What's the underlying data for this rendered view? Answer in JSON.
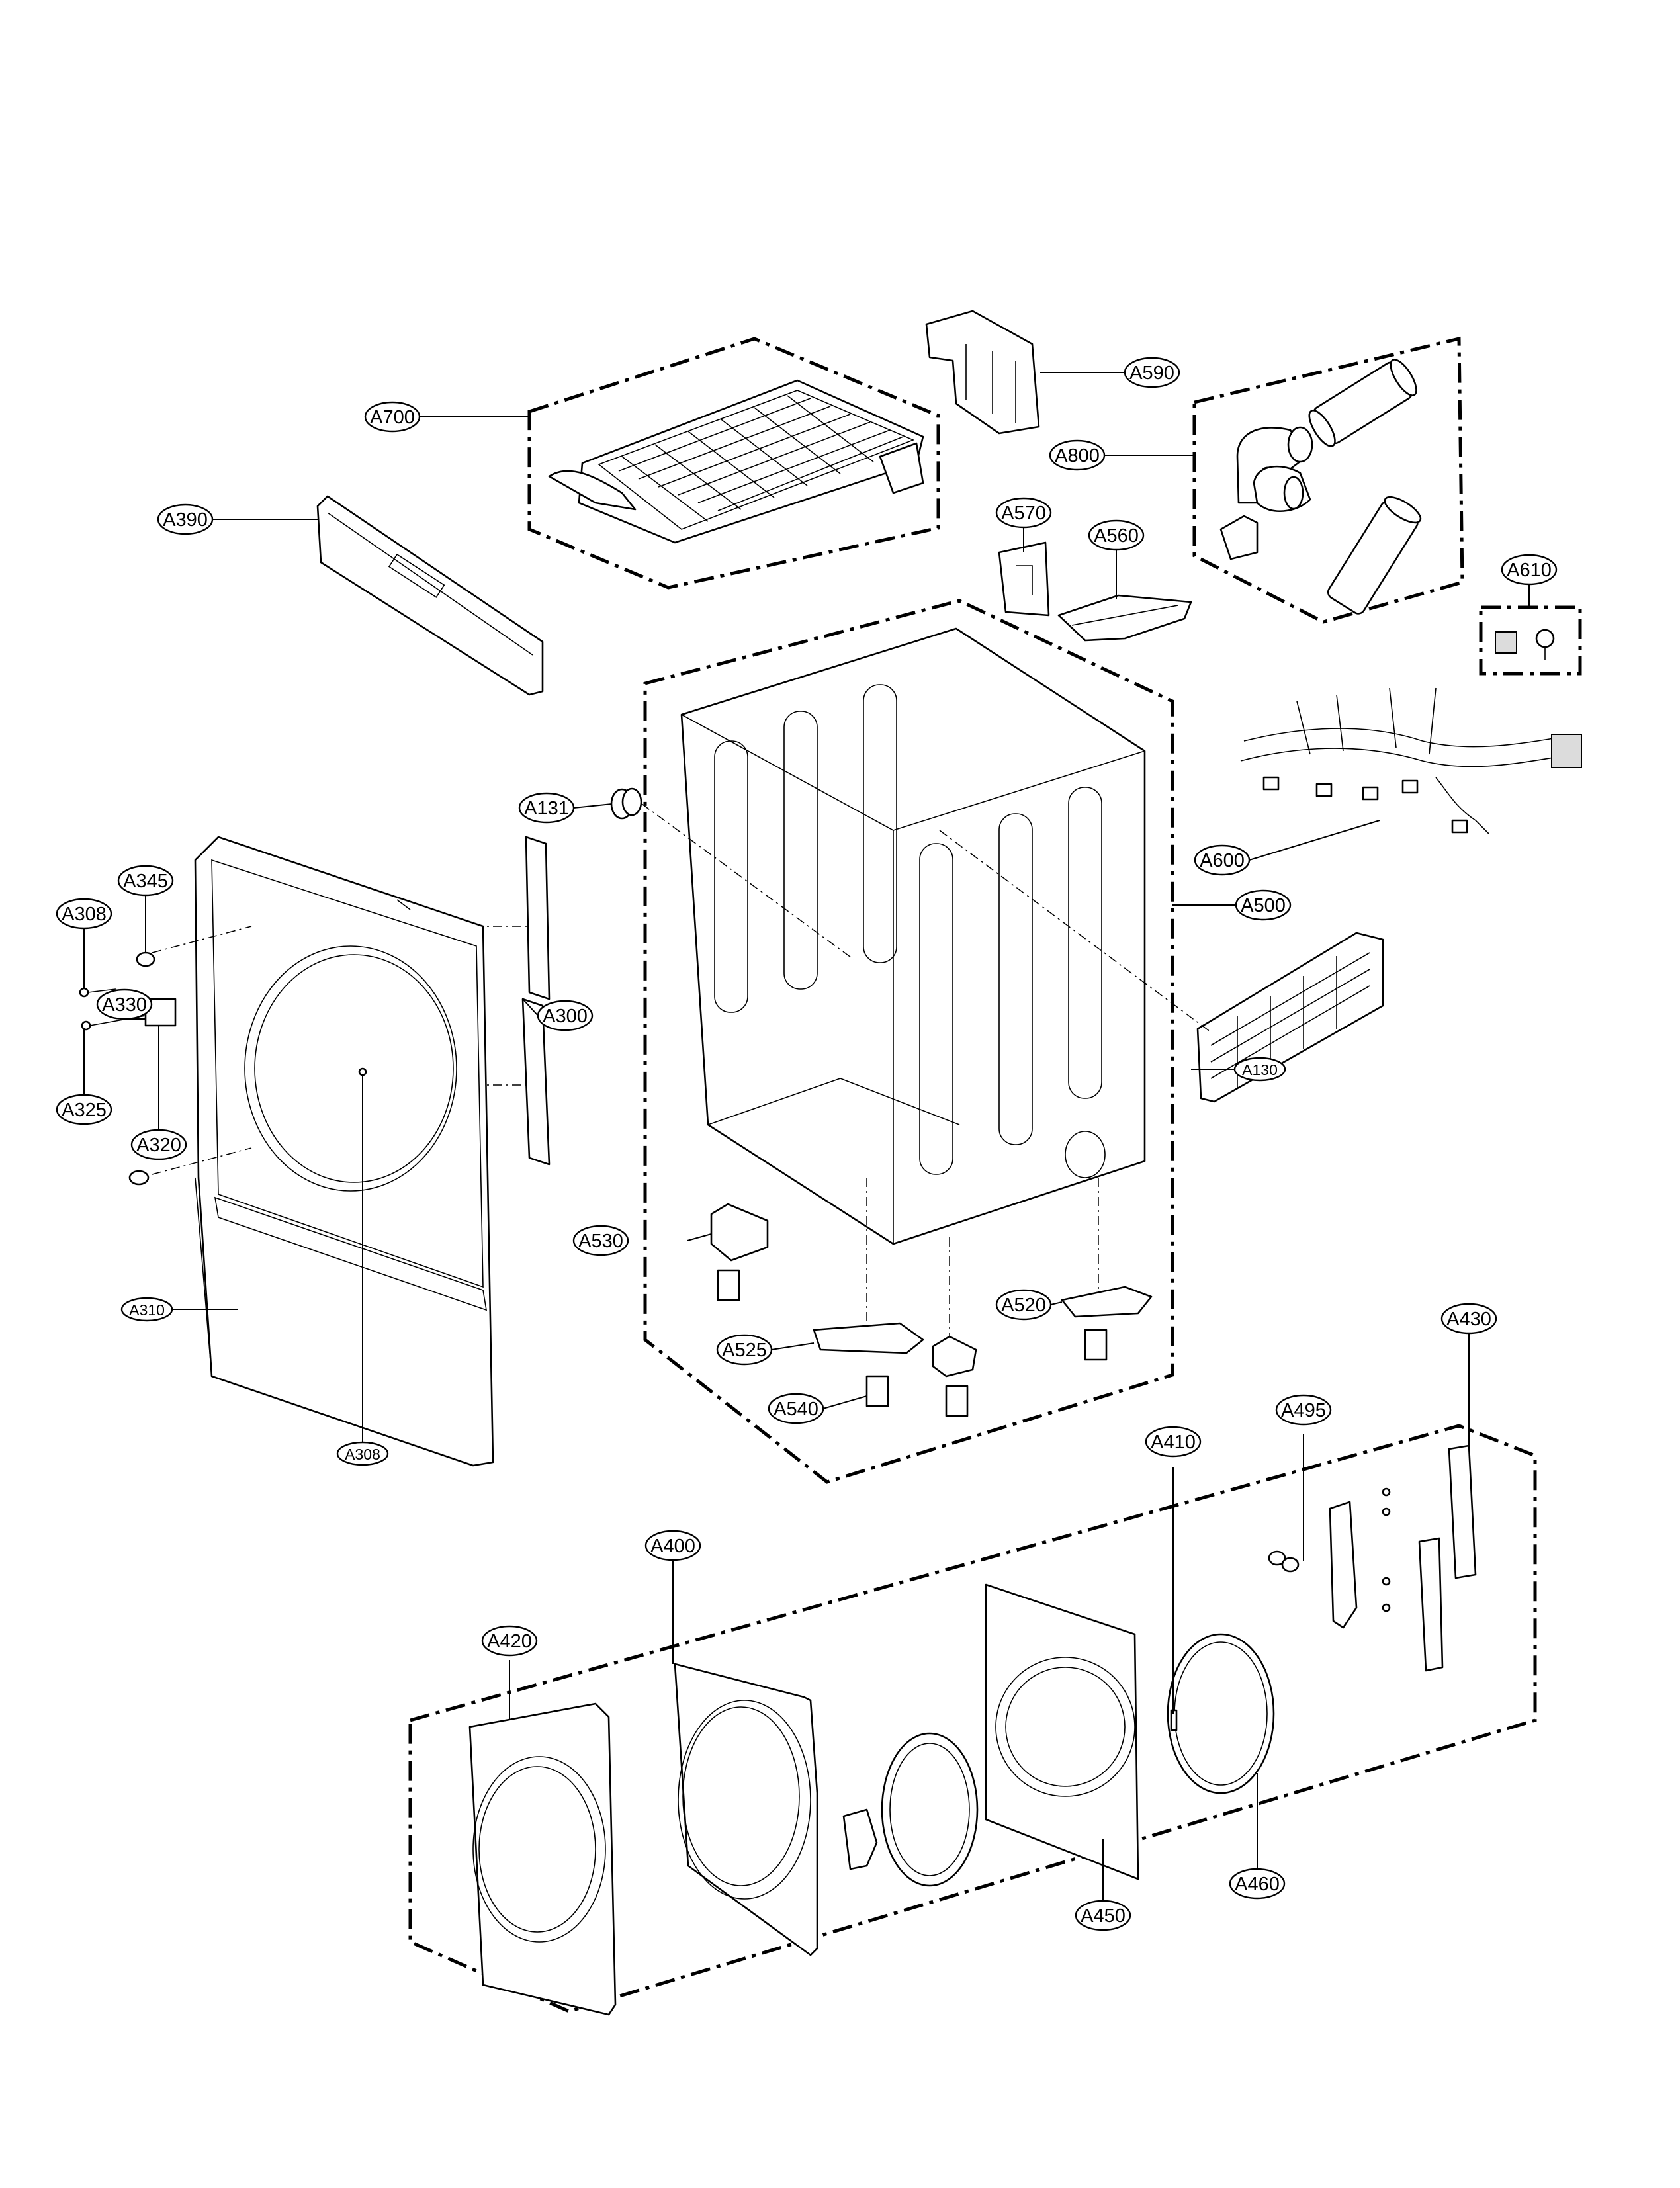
{
  "labels": {
    "A700": "A700",
    "A590": "A590",
    "A800": "A800",
    "A390": "A390",
    "A570": "A570",
    "A560": "A560",
    "A610": "A610",
    "A131": "A131",
    "A345": "A345",
    "A308_top": "A308",
    "A330": "A330",
    "A300": "A300",
    "A600": "A600",
    "A500": "A500",
    "A325": "A325",
    "A320": "A320",
    "A130": "A130",
    "A530": "A530",
    "A310": "A310",
    "A520": "A520",
    "A525": "A525",
    "A430": "A430",
    "A540": "A540",
    "A308_bottom": "A308",
    "A410": "A410",
    "A495": "A495",
    "A400": "A400",
    "A420": "A420",
    "A460": "A460",
    "A450": "A450"
  }
}
